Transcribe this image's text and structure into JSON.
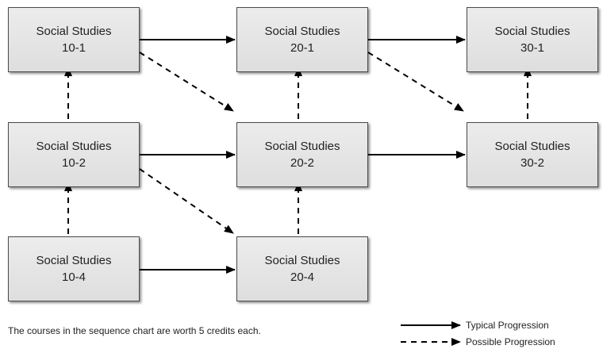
{
  "courses": {
    "ss10_1": {
      "line1": "Social Studies",
      "line2": "10-1"
    },
    "ss20_1": {
      "line1": "Social Studies",
      "line2": "20-1"
    },
    "ss30_1": {
      "line1": "Social Studies",
      "line2": "30-1"
    },
    "ss10_2": {
      "line1": "Social Studies",
      "line2": "10-2"
    },
    "ss20_2": {
      "line1": "Social Studies",
      "line2": "20-2"
    },
    "ss30_2": {
      "line1": "Social Studies",
      "line2": "30-2"
    },
    "ss10_4": {
      "line1": "Social Studies",
      "line2": "10-4"
    },
    "ss20_4": {
      "line1": "Social Studies",
      "line2": "20-4"
    }
  },
  "note": "The courses in the sequence chart are worth 5 credits each.",
  "legend": {
    "typical": "Typical Progression",
    "possible": "Possible Progression"
  }
}
